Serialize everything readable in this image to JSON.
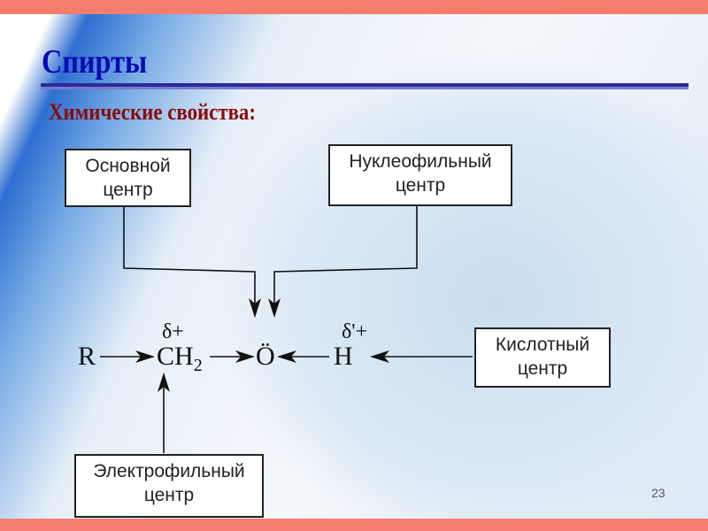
{
  "slide": {
    "title": "Спирты",
    "subtitle": "Химические свойства:",
    "page_number": "23"
  },
  "diagram": {
    "boxes": {
      "basic": [
        "Основной",
        "центр"
      ],
      "nucleophilic": [
        "Нуклеофильный",
        "центр"
      ],
      "acidic": [
        "Кислотный",
        "центр"
      ],
      "electrophilic": [
        "Электрофильный",
        "центр"
      ]
    },
    "formula": {
      "r": "R",
      "c": "CH",
      "sub": "2",
      "o": "Ö",
      "h": "H",
      "delta_c": "δ+",
      "delta_h": "δ'+"
    }
  }
}
